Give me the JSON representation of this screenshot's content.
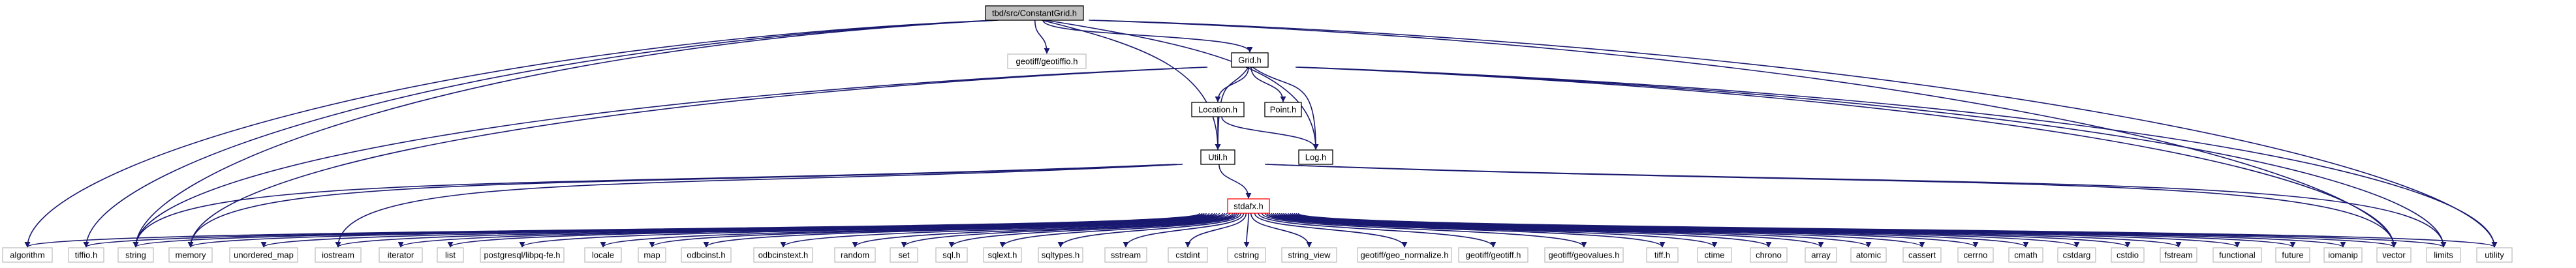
{
  "graph": {
    "colors": {
      "root_fill": "#bfbfbf",
      "internal_fill": "#ffffff",
      "internal_border": "#000000",
      "system_fill": "#ffffff",
      "system_border": "#bfbfbf",
      "error_border": "#ff0000",
      "edge": "#191970"
    },
    "nodes": [
      {
        "id": "root",
        "label": "tbd/src/ConstantGrid.h",
        "kind": "root"
      },
      {
        "id": "geotiffio",
        "label": "geotiff/geotiffio.h",
        "kind": "system"
      },
      {
        "id": "grid",
        "label": "Grid.h",
        "kind": "internal"
      },
      {
        "id": "location",
        "label": "Location.h",
        "kind": "internal"
      },
      {
        "id": "point",
        "label": "Point.h",
        "kind": "internal"
      },
      {
        "id": "log",
        "label": "Log.h",
        "kind": "internal"
      },
      {
        "id": "util",
        "label": "Util.h",
        "kind": "internal"
      },
      {
        "id": "stdafx",
        "label": "stdafx.h",
        "kind": "error"
      },
      {
        "id": "algorithm",
        "label": "algorithm",
        "kind": "system"
      },
      {
        "id": "tiffio",
        "label": "tiffio.h",
        "kind": "system"
      },
      {
        "id": "string",
        "label": "string",
        "kind": "system"
      },
      {
        "id": "memory",
        "label": "memory",
        "kind": "system"
      },
      {
        "id": "unordered_map",
        "label": "unordered_map",
        "kind": "system"
      },
      {
        "id": "iostream",
        "label": "iostream",
        "kind": "system"
      },
      {
        "id": "iterator",
        "label": "iterator",
        "kind": "system"
      },
      {
        "id": "list",
        "label": "list",
        "kind": "system"
      },
      {
        "id": "libpqfe",
        "label": "postgresql/libpq-fe.h",
        "kind": "system"
      },
      {
        "id": "locale",
        "label": "locale",
        "kind": "system"
      },
      {
        "id": "map",
        "label": "map",
        "kind": "system"
      },
      {
        "id": "odbcinst",
        "label": "odbcinst.h",
        "kind": "system"
      },
      {
        "id": "odbcinstext",
        "label": "odbcinstext.h",
        "kind": "system"
      },
      {
        "id": "random",
        "label": "random",
        "kind": "system"
      },
      {
        "id": "set",
        "label": "set",
        "kind": "system"
      },
      {
        "id": "sql",
        "label": "sql.h",
        "kind": "system"
      },
      {
        "id": "sqlext",
        "label": "sqlext.h",
        "kind": "system"
      },
      {
        "id": "sqltypes",
        "label": "sqltypes.h",
        "kind": "system"
      },
      {
        "id": "sstream",
        "label": "sstream",
        "kind": "system"
      },
      {
        "id": "cstdint",
        "label": "cstdint",
        "kind": "system"
      },
      {
        "id": "cstring",
        "label": "cstring",
        "kind": "system"
      },
      {
        "id": "string_view",
        "label": "string_view",
        "kind": "system"
      },
      {
        "id": "geo_normalize",
        "label": "geotiff/geo_normalize.h",
        "kind": "system"
      },
      {
        "id": "geotiffh",
        "label": "geotiff/geotiff.h",
        "kind": "system"
      },
      {
        "id": "geovalues",
        "label": "geotiff/geovalues.h",
        "kind": "system"
      },
      {
        "id": "tiffh",
        "label": "tiff.h",
        "kind": "system"
      },
      {
        "id": "ctime",
        "label": "ctime",
        "kind": "system"
      },
      {
        "id": "chrono",
        "label": "chrono",
        "kind": "system"
      },
      {
        "id": "array",
        "label": "array",
        "kind": "system"
      },
      {
        "id": "atomic",
        "label": "atomic",
        "kind": "system"
      },
      {
        "id": "cassert",
        "label": "cassert",
        "kind": "system"
      },
      {
        "id": "cerrno",
        "label": "cerrno",
        "kind": "system"
      },
      {
        "id": "cmath",
        "label": "cmath",
        "kind": "system"
      },
      {
        "id": "cstdarg",
        "label": "cstdarg",
        "kind": "system"
      },
      {
        "id": "cstdio",
        "label": "cstdio",
        "kind": "system"
      },
      {
        "id": "fstream",
        "label": "fstream",
        "kind": "system"
      },
      {
        "id": "functional",
        "label": "functional",
        "kind": "system"
      },
      {
        "id": "future",
        "label": "future",
        "kind": "system"
      },
      {
        "id": "iomanip",
        "label": "iomanip",
        "kind": "system"
      },
      {
        "id": "vector",
        "label": "vector",
        "kind": "system"
      },
      {
        "id": "limits",
        "label": "limits",
        "kind": "system"
      },
      {
        "id": "utility",
        "label": "utility",
        "kind": "system"
      }
    ],
    "edges": [
      [
        "root",
        "geotiffio"
      ],
      [
        "root",
        "grid"
      ],
      [
        "root",
        "util"
      ],
      [
        "root",
        "log"
      ],
      [
        "root",
        "algorithm"
      ],
      [
        "root",
        "tiffio"
      ],
      [
        "root",
        "string"
      ],
      [
        "root",
        "utility"
      ],
      [
        "root",
        "vector"
      ],
      [
        "grid",
        "location"
      ],
      [
        "grid",
        "point"
      ],
      [
        "grid",
        "log"
      ],
      [
        "grid",
        "util"
      ],
      [
        "grid",
        "string"
      ],
      [
        "grid",
        "vector"
      ],
      [
        "grid",
        "limits"
      ],
      [
        "grid",
        "utility"
      ],
      [
        "grid",
        "memory"
      ],
      [
        "location",
        "util"
      ],
      [
        "location",
        "log"
      ],
      [
        "util",
        "stdafx"
      ],
      [
        "util",
        "string"
      ],
      [
        "util",
        "iostream"
      ],
      [
        "util",
        "vector"
      ],
      [
        "util",
        "limits"
      ],
      [
        "util",
        "memory"
      ],
      [
        "stdafx",
        "algorithm"
      ],
      [
        "stdafx",
        "tiffio"
      ],
      [
        "stdafx",
        "string"
      ],
      [
        "stdafx",
        "memory"
      ],
      [
        "stdafx",
        "unordered_map"
      ],
      [
        "stdafx",
        "iostream"
      ],
      [
        "stdafx",
        "iterator"
      ],
      [
        "stdafx",
        "list"
      ],
      [
        "stdafx",
        "libpqfe"
      ],
      [
        "stdafx",
        "locale"
      ],
      [
        "stdafx",
        "map"
      ],
      [
        "stdafx",
        "odbcinst"
      ],
      [
        "stdafx",
        "odbcinstext"
      ],
      [
        "stdafx",
        "random"
      ],
      [
        "stdafx",
        "set"
      ],
      [
        "stdafx",
        "sql"
      ],
      [
        "stdafx",
        "sqlext"
      ],
      [
        "stdafx",
        "sqltypes"
      ],
      [
        "stdafx",
        "sstream"
      ],
      [
        "stdafx",
        "cstdint"
      ],
      [
        "stdafx",
        "cstring"
      ],
      [
        "stdafx",
        "string_view"
      ],
      [
        "stdafx",
        "geo_normalize"
      ],
      [
        "stdafx",
        "geotiffh"
      ],
      [
        "stdafx",
        "geovalues"
      ],
      [
        "stdafx",
        "tiffh"
      ],
      [
        "stdafx",
        "ctime"
      ],
      [
        "stdafx",
        "chrono"
      ],
      [
        "stdafx",
        "array"
      ],
      [
        "stdafx",
        "atomic"
      ],
      [
        "stdafx",
        "cassert"
      ],
      [
        "stdafx",
        "cerrno"
      ],
      [
        "stdafx",
        "cmath"
      ],
      [
        "stdafx",
        "cstdarg"
      ],
      [
        "stdafx",
        "cstdio"
      ],
      [
        "stdafx",
        "fstream"
      ],
      [
        "stdafx",
        "functional"
      ],
      [
        "stdafx",
        "future"
      ],
      [
        "stdafx",
        "iomanip"
      ],
      [
        "stdafx",
        "vector"
      ],
      [
        "stdafx",
        "limits"
      ],
      [
        "stdafx",
        "utility"
      ]
    ]
  }
}
